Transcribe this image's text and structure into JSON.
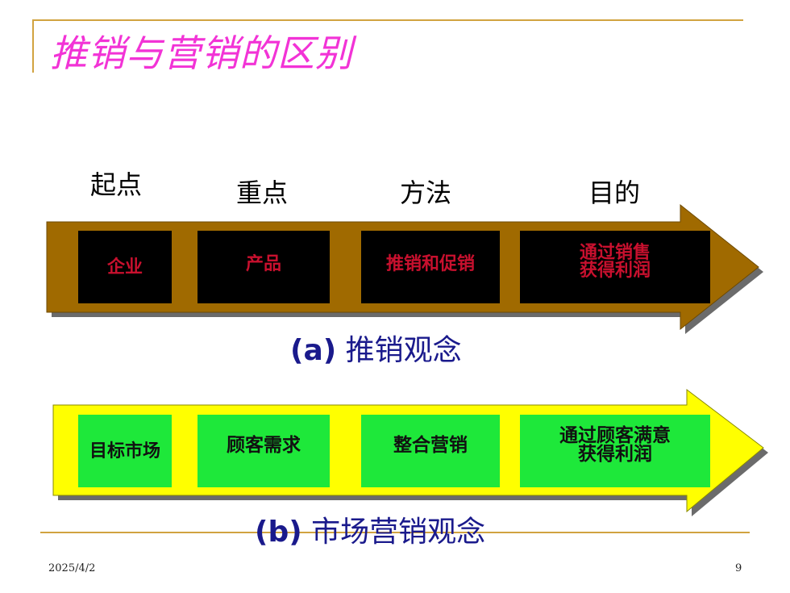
{
  "slide": {
    "title": "推销与营销的区别",
    "date": "2025/4/2",
    "page_number": "9"
  },
  "headings": [
    "起点",
    "重点",
    "方法",
    "目的"
  ],
  "selling": {
    "caption_tag": "(a)",
    "caption_text": " 推销观念",
    "boxes": [
      "企业",
      "产品",
      "推销和促销",
      "通过销售\n获得利润"
    ]
  },
  "marketing": {
    "caption_tag": "(b)",
    "caption_text": " 市场营销观念",
    "boxes": [
      "目标市场",
      "顾客需求",
      "整合营销",
      "通过顾客满意\n获得利润"
    ]
  },
  "colors": {
    "title": "#f233d6",
    "rule": "#d1a340",
    "arrow_a": "#a06a00",
    "arrow_b": "#ffff00",
    "box_a": "#000000",
    "box_a_text": "#c8102e",
    "box_b": "#1ee83a",
    "caption": "#1a1a8c"
  }
}
